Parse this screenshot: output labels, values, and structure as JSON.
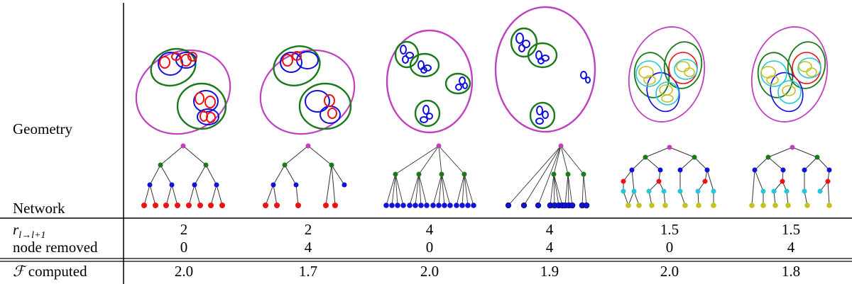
{
  "table": {
    "row_geometry": "Geometry",
    "row_network": "Network",
    "row_ratio_main": "r",
    "row_ratio_sub": "l→l+1",
    "row_removed": "node removed",
    "row_f_symbol": "ℱ",
    "row_f_text": "computed"
  },
  "columns": [
    {
      "ratio": "2",
      "removed": "0",
      "f": "2.0"
    },
    {
      "ratio": "2",
      "removed": "4",
      "f": "1.7"
    },
    {
      "ratio": "4",
      "removed": "0",
      "f": "2.0"
    },
    {
      "ratio": "4",
      "removed": "4",
      "f": "1.9"
    },
    {
      "ratio": "1.5",
      "removed": "0",
      "f": "2.0"
    },
    {
      "ratio": "1.5",
      "removed": "4",
      "f": "1.8"
    }
  ],
  "colors": {
    "level0": "#c040c0",
    "level1": "#1a7a1a",
    "level2": "#1010e0",
    "level3_r2": "#ee1111",
    "level3_r15": "#ee1111",
    "level4": "#22c8d8",
    "level5": "#c8c020",
    "edge": "#333333"
  }
}
